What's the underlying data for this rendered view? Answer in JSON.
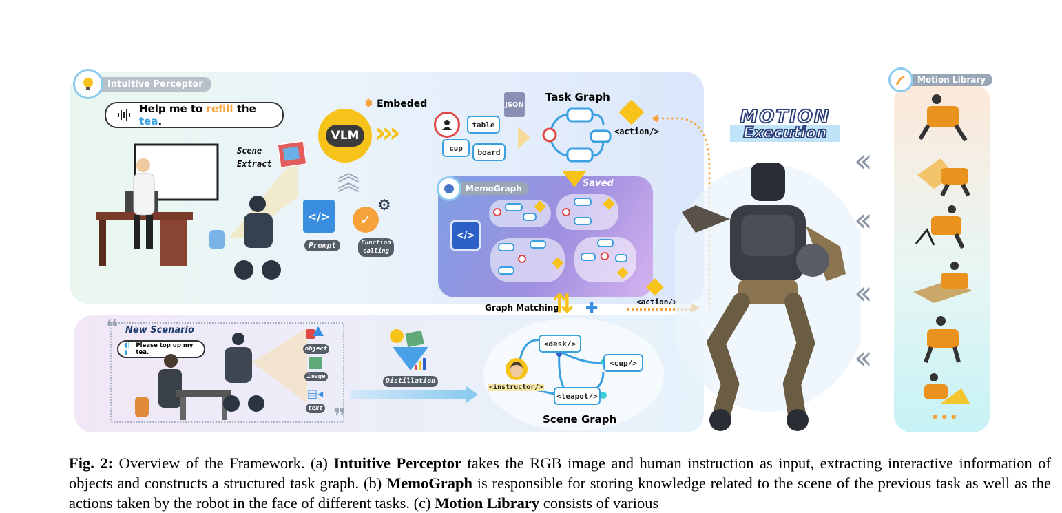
{
  "figure": {
    "perceptor_label": "Intuitive Perceptor",
    "instruction_prefix": "Help me to ",
    "instruction_refill": "refill",
    "instruction_the": " the ",
    "instruction_tea": "tea",
    "instruction_end": ".",
    "scene_extract": "Scene Extract",
    "vlm": "VLM",
    "embeded": "Embeded",
    "prompt": "Prompt",
    "function_calling": "Function calling",
    "json": "JSON",
    "obj_table": "table",
    "obj_cup": "cup",
    "obj_board": "board",
    "task_graph": "Task Graph",
    "action_tag": "<action/>",
    "memograph_label": "MemoGraph",
    "saved": "Saved",
    "graph_matching": "Graph Matching",
    "action_tag_2": "<action/>",
    "new_scenario": "New Scenario",
    "new_instruction": "Please top up my tea.",
    "mod_object": "object",
    "mod_image": "image",
    "mod_text": "text",
    "distillation": "Distillation",
    "node_desk": "<desk/>",
    "node_cup": "<cup/>",
    "node_teapot": "<teapot/>",
    "node_instructor": "<instructor/>",
    "scene_graph": "Scene Graph",
    "motion_line1": "MOTION",
    "motion_line2": "Execution",
    "motion_library": "Motion Library",
    "more_dots": "•••"
  },
  "caption": {
    "fig_label": "Fig. 2:",
    "part1": " Overview of the Framework. (a) ",
    "b1": "Intuitive Perceptor",
    "part2": " takes the RGB image and human instruction as input, extracting interactive information of objects and constructs a structured task graph. (b) ",
    "b2": "MemoGraph",
    "part3": " is responsible for storing knowledge related to the scene of the previous task as well as the actions taken by the robot in the face of different tasks. (c) ",
    "b3": "Motion Library",
    "part4": " consists of various"
  },
  "colors": {
    "accent_blue": "#3aa0e0",
    "accent_orange": "#f6a13a",
    "accent_yellow": "#f7c31a",
    "node_red": "#e04848"
  }
}
